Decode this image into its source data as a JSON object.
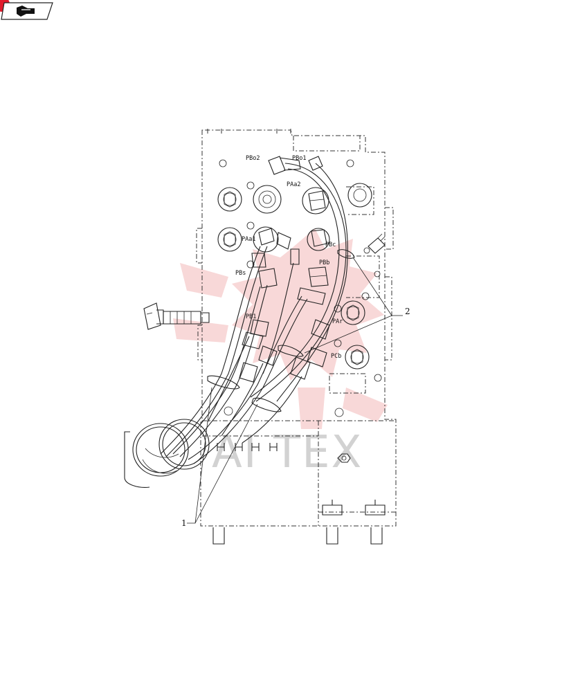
{
  "icon": {
    "name": "nav-back-arrow-icon",
    "badge_color": "#e01b2c"
  },
  "watermark": {
    "text": "AI TEX",
    "color": "#f3b8b8"
  },
  "port_labels": {
    "pbo2": "PBo2",
    "pbo1": "PBo1",
    "paa2": "PAa2",
    "paa1": "PAa1",
    "pbc": "PBc",
    "pbs": "PBs",
    "pbb": "PBb",
    "pb1": "PB1",
    "par": "PAr",
    "pcb": "PCb"
  },
  "callouts": {
    "one": "1",
    "two": "2"
  }
}
